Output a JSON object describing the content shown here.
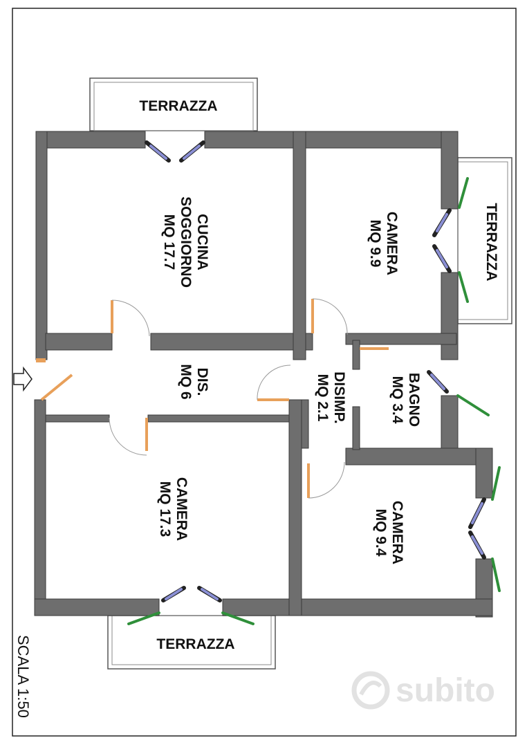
{
  "plan": {
    "rooms": {
      "cucina": [
        "CUCINA",
        "SOGGIORNO",
        "MQ 17.7"
      ],
      "camera_ne": [
        "CAMERA",
        "MQ 9.9"
      ],
      "dis": [
        "DIS.",
        "MQ 6"
      ],
      "disimp": [
        "DISIMP.",
        "MQ 2.1"
      ],
      "bagno": [
        "BAGNO",
        "MQ 3.4"
      ],
      "camera_sw": [
        "CAMERA",
        "MQ 17.3"
      ],
      "camera_se": [
        "CAMERA",
        "MQ 9.4"
      ]
    },
    "terraces": {
      "top": "TERRAZZA",
      "right": "TERRAZZA",
      "bottom": "TERRAZZA"
    },
    "scale": "SCALA 1:50"
  },
  "watermark": "subito",
  "colors": {
    "wall": "#6e6e6e",
    "window_glass": "#8a8fd4",
    "door_leaf": "#e8a05a",
    "shutter": "#2f8f3a"
  }
}
